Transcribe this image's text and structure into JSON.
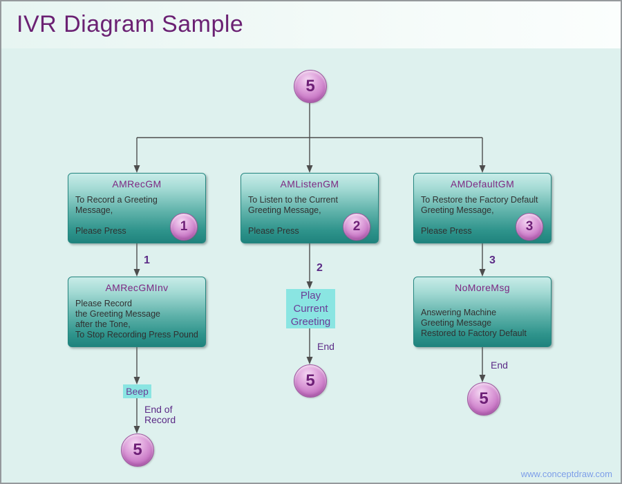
{
  "header": {
    "title": "IVR Diagram Sample"
  },
  "watermark": "www.conceptdraw.com",
  "colors": {
    "title_purple": "#6B2173",
    "node_header_purple": "#7D2782",
    "box_teal_dark": "#1F837D",
    "cyan_highlight": "#8AE5E2",
    "sphere_pink": "#CC7EC9",
    "edge_gray": "#4D4D4D",
    "label_purple": "#5B2A86",
    "watermark_blue": "#7D9EE8",
    "background_mint": "#DEF1EE"
  },
  "nodes": {
    "start": {
      "label": "5"
    },
    "amrecgm": {
      "title": "AMRecGM",
      "body": "To Record a Greeting\nMessage,\n\nPlease Press",
      "badge": "1"
    },
    "amlistengm": {
      "title": "AMListenGM",
      "body": "To Listen to the Current\nGreeting Message,\n\nPlease Press",
      "badge": "2"
    },
    "amdefaultgm": {
      "title": "AMDefaultGM",
      "body": "To Restore the Factory Default\nGreeting Message,\n\nPlease Press",
      "badge": "3"
    },
    "amrecgminv": {
      "title": "AMRecGMInv",
      "body": "Please Record\nthe Greeting Message\nafter the Tone,\nTo Stop Recording Press Pound"
    },
    "nomoremsg": {
      "title": "NoMoreMsg",
      "body": "Answering Machine\nGreeting Message\nRestored to Factory Default"
    },
    "play_current_greeting": {
      "label": "Play\nCurrent\nGreeting"
    },
    "beep": {
      "label": "Beep"
    },
    "terminal_left": {
      "label": "5"
    },
    "terminal_middle": {
      "label": "5"
    },
    "terminal_right": {
      "label": "5"
    }
  },
  "edge_labels": {
    "press_1": "1",
    "press_2": "2",
    "press_3": "3",
    "end_middle": "End",
    "end_right": "End",
    "end_of_record": "End of\nRecord"
  }
}
